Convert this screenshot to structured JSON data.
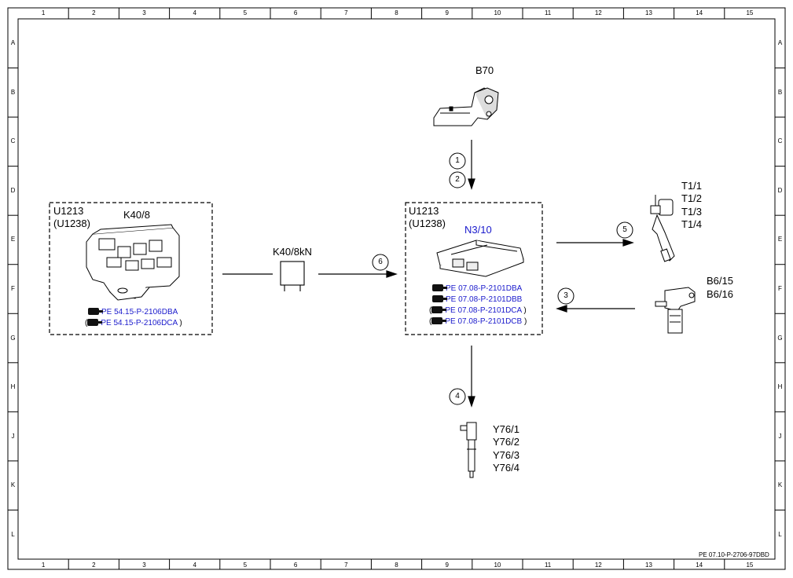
{
  "grid": {
    "columns": [
      "1",
      "2",
      "3",
      "4",
      "5",
      "6",
      "7",
      "8",
      "9",
      "10",
      "11",
      "12",
      "13",
      "14",
      "15"
    ],
    "rows": [
      "A",
      "B",
      "C",
      "D",
      "E",
      "F",
      "G",
      "H",
      "J",
      "K",
      "L"
    ]
  },
  "components": {
    "b70": {
      "label": "B70"
    },
    "k40_8": {
      "group": [
        "U1213",
        "(U1238)"
      ],
      "label": "K40/8",
      "refs": [
        "PE 54.15-P-2106DBA",
        "PE 54.15-P-2106DCA"
      ],
      "ref_paren_open": "(",
      "ref_paren_close": ")"
    },
    "k40_8kn": {
      "label": "K40/8kN"
    },
    "n3_10": {
      "group": [
        "U1213",
        "(U1238)"
      ],
      "label": "N3/10",
      "refs": [
        "PE 07.08-P-2101DBA",
        "PE 07.08-P-2101DBB",
        "PE 07.08-P-2101DCA",
        "PE 07.08-P-2101DCB"
      ],
      "ref_paren_open": "(",
      "ref_paren_close": ")"
    },
    "t1": {
      "labels": [
        "T1/1",
        "T1/2",
        "T1/3",
        "T1/4"
      ]
    },
    "b6": {
      "labels": [
        "B6/15",
        "B6/16"
      ]
    },
    "y76": {
      "labels": [
        "Y76/1",
        "Y76/2",
        "Y76/3",
        "Y76/4"
      ]
    }
  },
  "connections": [
    "1",
    "2",
    "3",
    "4",
    "5",
    "6"
  ],
  "footer": {
    "doc_id": "PE 07.10-P-2706-97DBD"
  },
  "colors": {
    "line": "#000000",
    "link_text": "#1a1acc"
  }
}
